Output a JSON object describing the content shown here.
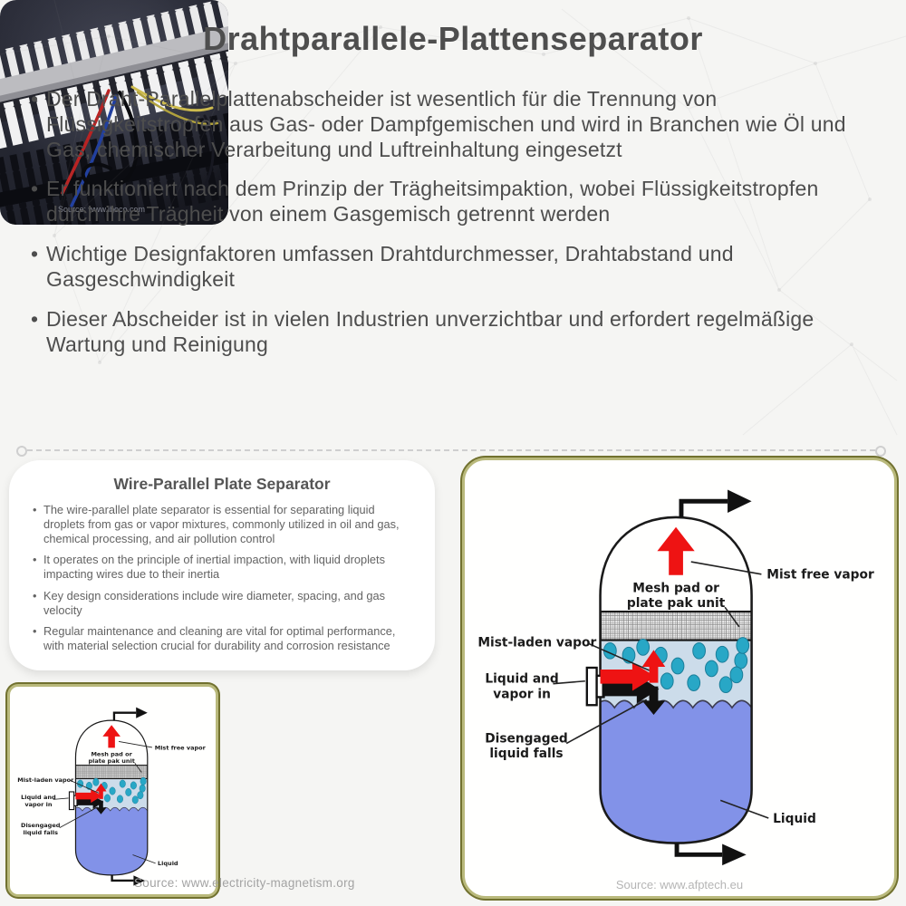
{
  "page_title": "Drahtparallele-Plattenseparator",
  "intro": {
    "bullets": [
      "Der Draht-Parallelplattenabscheider ist wesentlich für die Trennung von Flüssigkeitstropfen aus Gas- oder Dampfgemischen und wird in Branchen wie Öl und Gas, chemischer Verarbeitung und Luftreinhaltung eingesetzt",
      "Er funktioniert nach dem Prinzip der Trägheitsimpaktion, wobei Flüssigkeitstropfen durch ihre Trägheit von einem Gasgemisch getrennt werden",
      "Wichtige Designfaktoren umfassen Drahtdurchmesser, Drahtabstand und Gasgeschwindigkeit",
      "Dieser Abscheider ist in vielen Industrien unverzichtbar und erfordert regelmäßige Wartung und Reinigung"
    ]
  },
  "card": {
    "title": "Wire-Parallel Plate Separator",
    "bullets": [
      "The wire-parallel plate separator is essential for separating liquid droplets from gas or vapor mixtures, commonly utilized in oil and gas, chemical processing, and air pollution control",
      "It operates on the principle of inertial impaction, with liquid droplets impacting wires due to their inertia",
      "Key design considerations include wire diameter, spacing, and gas velocity",
      "Regular maintenance and cleaning are vital for optimal performance, with material selection crucial for durability and corrosion resistance"
    ]
  },
  "diagram": {
    "labels": {
      "mist_free": "Mist free vapor",
      "mesh_line1": "Mesh pad or",
      "mesh_line2": "plate pak unit",
      "mist_laden": "Mist-laden vapor",
      "liquid_in_line1": "Liquid and",
      "liquid_in_line2": "vapor in",
      "disengaged_line1": "Disengaged",
      "disengaged_line2": "liquid falls",
      "liquid": "Liquid"
    },
    "source": "Source: www.afptech.eu"
  },
  "small_diagram": {
    "source": "Source: www.electricity-magnetism.org"
  },
  "photo": {
    "source": "Source: www.iboco.com"
  },
  "colors": {
    "accent_khaki": "#b9b97c",
    "accent_olive": "#71712f",
    "arrow_red": "#ee1313",
    "droplet_teal": "#28a7c6",
    "vapor_blue": "#ccdcea",
    "liquid_blue": "#8292e8"
  }
}
